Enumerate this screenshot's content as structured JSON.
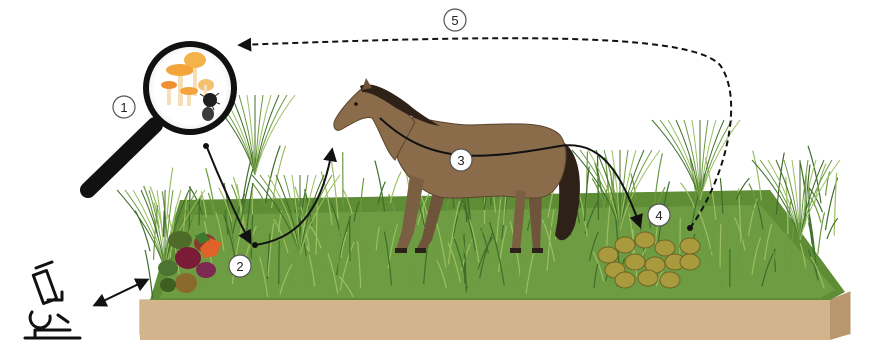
{
  "steps": [
    {
      "label": "1",
      "style": "outline"
    },
    {
      "label": "2",
      "style": "filled"
    },
    {
      "label": "3",
      "style": "filled"
    },
    {
      "label": "4",
      "style": "filled"
    },
    {
      "label": "5",
      "style": "outline"
    }
  ],
  "colors": {
    "soil_top": "#d9c2a0",
    "soil_front": "#c9a981",
    "grass_dark": "#3d6e2a",
    "grass_mid": "#6b9a3f",
    "grass_light": "#9cbf63",
    "horse_body": "#8a6c4a",
    "horse_mane": "#2e2218",
    "dung": "#a89a3d",
    "mushroom_cap": "#f3a43a",
    "arrow": "#111111"
  },
  "icons": [
    "magnifying-glass-icon",
    "mushroom-icon",
    "microscope-icon",
    "horse-icon",
    "dung-pile-icon",
    "fungi-cluster-icon"
  ]
}
